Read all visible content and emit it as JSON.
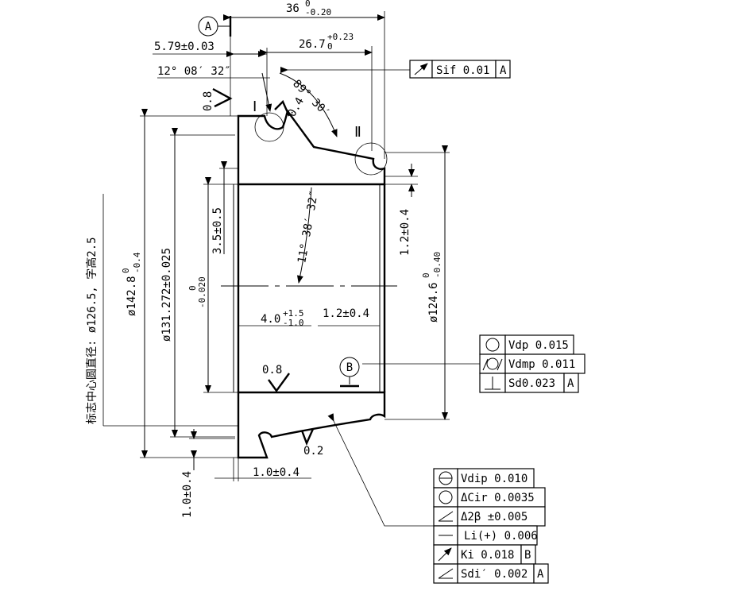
{
  "datum_a": "A",
  "datum_b": "B",
  "roman_1": "Ⅰ",
  "roman_2": "Ⅱ",
  "dims": {
    "width_36": "36",
    "width_36_up": "0",
    "width_36_lo": "-0.20",
    "d_5_79": "5.79±0.03",
    "d_26_7": "26.7",
    "d_26_7_up": "+0.23",
    "d_26_7_lo": "0",
    "angle_12": "12° 08′ 32″",
    "angle_89": "89° 30′",
    "angle_11": "11° 38′ 32″",
    "r_0_8_top": "0.8",
    "r_0_4": "0.4",
    "r_0_8_mid": "0.8",
    "r_0_2": "0.2",
    "d_3_5": "3.5±0.5",
    "d_1_2_right": "1.2±0.4",
    "d_4_0": "4.0",
    "d_4_0_up": "+1.5",
    "d_4_0_lo": "-1.0",
    "d_1_2_mid": "1.2±0.4",
    "d_1_0_bottom": "1.0±0.4",
    "d_1_0_left": "1.0±0.4",
    "dia_142": "ø142.8",
    "dia_142_up": "0",
    "dia_142_lo": "-0.4",
    "dia_131": "ø131.272±0.025",
    "dia_bore_up": "0",
    "dia_bore_lo": "-0.020",
    "dia_124": "ø124.6",
    "dia_124_up": "0",
    "dia_124_lo": "-0.40",
    "note": "标志中心圆直径: ø126.5, 字高2.5"
  },
  "fcf_sif": {
    "value": "Sif 0.01",
    "datum": "A",
    "symbol": "runout-arrow-icon"
  },
  "fcf_group_b": [
    {
      "symbol": "circle-icon",
      "value": "Vdp 0.015",
      "datum": ""
    },
    {
      "symbol": "cylindricity-icon",
      "value": "Vdmp 0.011",
      "datum": ""
    },
    {
      "symbol": "perpendicular-icon",
      "value": "Sd0.023",
      "datum": "A"
    }
  ],
  "fcf_group_c": [
    {
      "symbol": "theta-circle-icon",
      "value": "Vdip 0.010",
      "datum": ""
    },
    {
      "symbol": "circle-icon",
      "value": "ΔCir 0.0035",
      "datum": ""
    },
    {
      "symbol": "angle-icon",
      "value": "Δ2β ±0.005",
      "datum": ""
    },
    {
      "symbol": "straightness-icon",
      "value": "Li(+) 0.006",
      "datum": ""
    },
    {
      "symbol": "runout-arrow-icon",
      "value": "Ki 0.018",
      "datum": "B"
    },
    {
      "symbol": "angle-icon",
      "value": "Sdi′ 0.002",
      "datum": "A"
    }
  ]
}
